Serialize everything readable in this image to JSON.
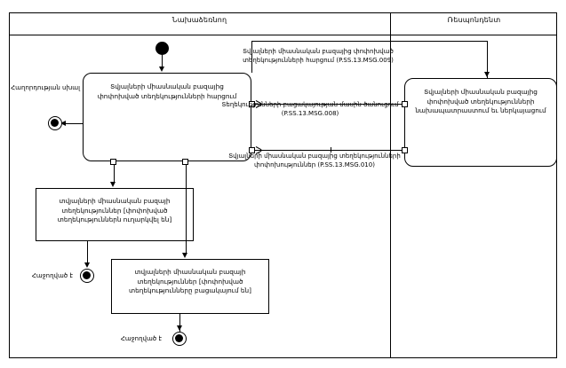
{
  "diagram": {
    "type": "uml-activity-diagram-with-swimlanes",
    "lanes": [
      {
        "id": "initiator",
        "title": "Նախաձեռնող"
      },
      {
        "id": "respondent",
        "title": "Ռեսպոնդենտ"
      }
    ],
    "activities": [
      {
        "id": "initiator-request",
        "lane": "initiator",
        "label": "Տվյալների միասնական բազայից փոփոխված տեղեկությունների հարցում"
      },
      {
        "id": "respondent-prepare",
        "lane": "respondent",
        "label": "Տվյալների միասնական բազայից փոփոխված տեղեկությունների նախապատրաստում եւ ներկայացում"
      }
    ],
    "object_nodes": [
      {
        "id": "object-sent",
        "label": "տվյալների միասնական բազայի տեղեկություններ  [փոփոխված տեղեկություններն ուղարկվել են]"
      },
      {
        "id": "object-absent",
        "label": "տվյալների միասնական բազայի տեղեկություններ [փոփոխված տեղեկությունները բացակայում են]"
      }
    ],
    "messages": [
      {
        "id": "msg-009",
        "direction": "initiator-to-respondent",
        "label": "Տվյալների միասնական բազայից փոփոխված տեղեկությունների հարցում (P.SS.13.MSG.009)"
      },
      {
        "id": "msg-008",
        "direction": "respondent-to-initiator",
        "label": "Տեղեկությունների բացակայության մասին ծանուցում (P.SS.13.MSG.008)"
      },
      {
        "id": "msg-010",
        "direction": "respondent-to-initiator",
        "label": "Տվյալների միասնական բազայից տեղեկությունների փոփոխություններ (P.SS.13.MSG.010)"
      }
    ],
    "end_nodes": [
      {
        "id": "end-error",
        "label": "Հաղորդության սխալ"
      },
      {
        "id": "end-success-1",
        "label": "Հաջողված է"
      },
      {
        "id": "end-success-2",
        "label": "Հաջողված է"
      }
    ],
    "colors": {
      "stroke": "#000000",
      "background": "#ffffff"
    }
  }
}
